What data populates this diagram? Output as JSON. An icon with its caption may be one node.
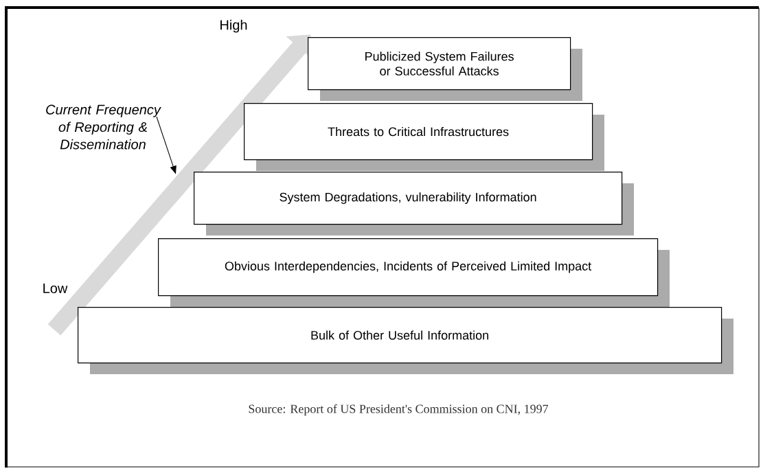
{
  "diagram": {
    "caption": "Source: Report of US President's Commission on CNI, 1997",
    "nodes": [
      {
        "text": [
          "Current Frequency of Reporting & Dissemination"
        ]
      },
      {
        "text": [],
        "shape": "arrow"
      },
      {
        "text": [
          "Publicized System Failures or Successful Attacks"
        ]
      },
      {
        "text": [
          "Threats to Critical Infrastructures"
        ]
      },
      {
        "text": [
          "System Degradations, vulnerability Information"
        ]
      },
      {
        "text": [
          "Obvious Interdependencies, Incidents of Perceived Limited Impact"
        ]
      },
      {
        "text": [
          "Bulk of Other Useful Information"
        ]
      }
    ],
    "edges": [
      {
        "from": 0,
        "to": 1,
        "arrow": "to"
      }
    ],
    "labels": [
      "High",
      "Low"
    ]
  }
}
